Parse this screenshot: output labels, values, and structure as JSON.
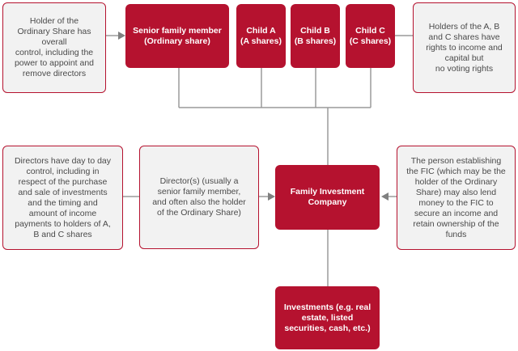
{
  "colors": {
    "accent": "#b5122f",
    "note_bg": "#f2f2f2",
    "line": "#9a9a9a",
    "arrow": "#808080"
  },
  "nodes": {
    "senior": "Senior family member\n(Ordinary share)",
    "child_a": "Child A\n(A shares)",
    "child_b": "Child B\n(B shares)",
    "child_c": "Child C\n(C shares)",
    "fic": "Family Investment\nCompany",
    "investments": "Investments (e.g. real\nestate, listed\nsecurities, cash, etc.)"
  },
  "notes": {
    "ordinary_holder": "Holder of the\nOrdinary Share has\noverall\ncontrol, including the\npower to appoint and\nremove directors",
    "abc_holders": "Holders of the A, B\nand C shares have\nrights to income and\ncapital but\nno voting rights",
    "directors_role": "Directors have day to day\ncontrol, including in\nrespect of the purchase\nand sale of investments\nand the timing and\namount of income\npayments to holders of A,\nB and C shares",
    "directors_who": "Director(s) (usually a\nsenior family member,\nand often also the holder\nof the Ordinary Share)",
    "lender": "The person establishing\nthe FIC (which may be the\nholder of the Ordinary\nShare) may also lend\nmoney to the FIC to\nsecure an income and\nretain ownership of the\nfunds"
  }
}
